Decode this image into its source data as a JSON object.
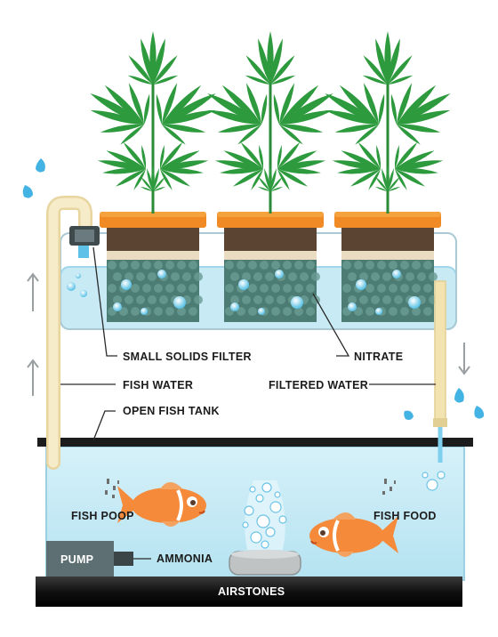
{
  "labels": {
    "small_solids_filter": "SMALL SOLIDS FILTER",
    "nitrate": "NITRATE",
    "fish_water": "FISH WATER",
    "filtered_water": "FILTERED WATER",
    "open_fish_tank": "OPEN FISH TANK",
    "fish_poop": "FISH POOP",
    "fish_food": "FISH FOOD",
    "pump": "PUMP",
    "ammonia": "AMMONIA",
    "airstones": "AIRSTONES"
  },
  "colors": {
    "water": "#c7eaf5",
    "water_edge": "#9fd6ea",
    "pot": "#f08a24",
    "pot_rim": "#f5a23d",
    "soil": "#5b4532",
    "clay_pebble": "#4c7c74",
    "pipe": "#f3e3b0",
    "plant": "#2e9a3e",
    "fish": "#f58a3b",
    "pump": "#5e6f73",
    "shelf": "#1c1c1c",
    "leader": "#2a2a2a"
  },
  "icons": [
    "up-arrow-icon",
    "down-arrow-icon",
    "water-drop-icon",
    "plant-icon",
    "fish-icon",
    "bubble-icon"
  ]
}
